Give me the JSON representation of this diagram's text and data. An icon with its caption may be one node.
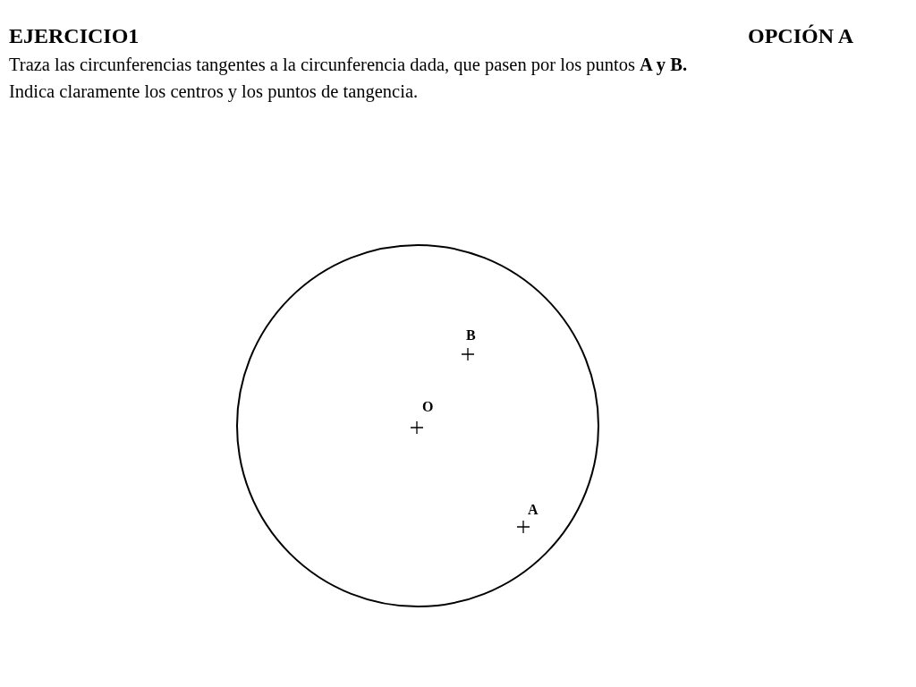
{
  "diagram": {
    "title": "EJERCICIO1",
    "labels": [
      "OPCIÓN A",
      "Traza las circunferencias tangentes a la circunferencia dada, que pasen por los puntos **A y B.**",
      "Indica claramente los centros y los puntos de tangencia.",
      "B",
      "O",
      "A"
    ]
  }
}
